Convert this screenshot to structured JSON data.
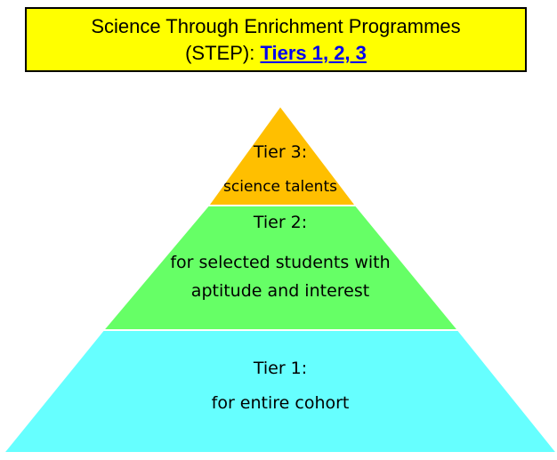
{
  "title": {
    "line1": "Science Through Enrichment Programmes",
    "line2_prefix": "(STEP): ",
    "link_text": "Tiers 1, 2, 3"
  },
  "tiers": [
    {
      "heading": "Tier 3:",
      "description": "science talents",
      "color": "#ffbf00"
    },
    {
      "heading": "Tier 2:",
      "description": "for selected students with aptitude and interest",
      "color": "#66ff66"
    },
    {
      "heading": "Tier 1:",
      "description": "for entire cohort",
      "color": "#66ffff"
    }
  ]
}
